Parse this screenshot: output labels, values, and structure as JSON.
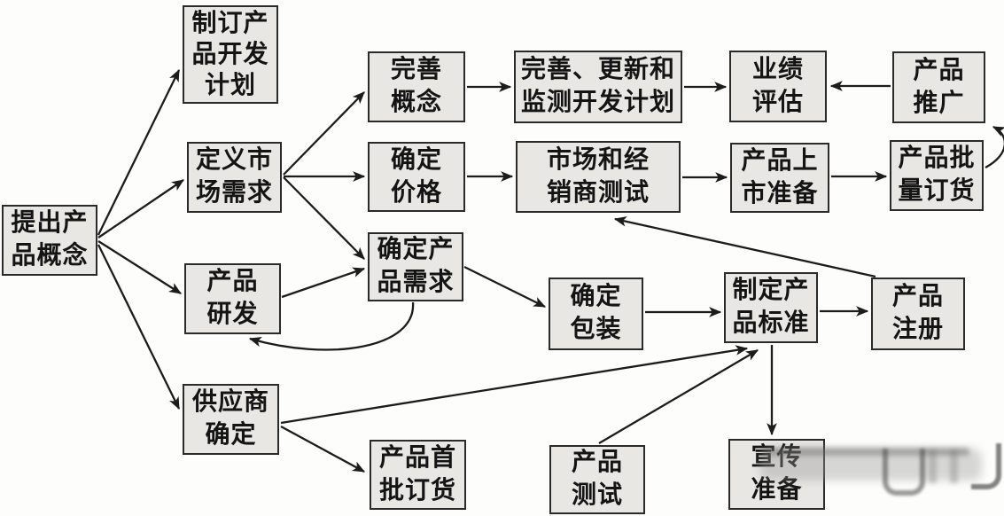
{
  "colors": {
    "background": "#fdfdfc",
    "box_fill": "#e8e7e4",
    "box_border": "#2a2a2a",
    "arrow": "#1c1c1c",
    "text": "#141414"
  },
  "diagram": {
    "type": "flowchart",
    "language": "zh-CN",
    "nodes": {
      "propose_concept": {
        "label": "提出产\n品概念"
      },
      "dev_plan": {
        "label": "制订产\n品开发\n计划"
      },
      "define_market": {
        "label": "定义市\n场需求"
      },
      "refine_concept": {
        "label": "完善\n概念"
      },
      "monitor_plan": {
        "label": "完善、更新和\n监测开发计划"
      },
      "set_price": {
        "label": "确定\n价格"
      },
      "market_test": {
        "label": "市场和经\n销商测试"
      },
      "performance_eval": {
        "label": "业绩\n评估"
      },
      "promotion": {
        "label": "产品\n推广"
      },
      "launch_prep": {
        "label": "产品上\n市准备"
      },
      "bulk_order": {
        "label": "产品批\n量订货"
      },
      "rd": {
        "label": "产品\n研发"
      },
      "product_req": {
        "label": "确定产\n品需求"
      },
      "packaging": {
        "label": "确定\n包装"
      },
      "standards": {
        "label": "制定产\n品标准"
      },
      "registration": {
        "label": "产品\n注册"
      },
      "supplier": {
        "label": "供应商\n确定"
      },
      "first_order": {
        "label": "产品首\n批订货"
      },
      "testing": {
        "label": "产品\n测试"
      },
      "publicity": {
        "label": "宣传\n准备"
      }
    },
    "edges": [
      {
        "from": "propose_concept",
        "to": "dev_plan"
      },
      {
        "from": "propose_concept",
        "to": "define_market"
      },
      {
        "from": "propose_concept",
        "to": "rd"
      },
      {
        "from": "propose_concept",
        "to": "supplier"
      },
      {
        "from": "define_market",
        "to": "refine_concept"
      },
      {
        "from": "define_market",
        "to": "set_price"
      },
      {
        "from": "define_market",
        "to": "product_req"
      },
      {
        "from": "refine_concept",
        "to": "monitor_plan"
      },
      {
        "from": "monitor_plan",
        "to": "performance_eval"
      },
      {
        "from": "promotion",
        "to": "performance_eval"
      },
      {
        "from": "set_price",
        "to": "market_test"
      },
      {
        "from": "market_test",
        "to": "launch_prep"
      },
      {
        "from": "launch_prep",
        "to": "bulk_order"
      },
      {
        "from": "bulk_order",
        "to": "promotion"
      },
      {
        "from": "rd",
        "to": "product_req"
      },
      {
        "from": "product_req",
        "to": "rd"
      },
      {
        "from": "product_req",
        "to": "packaging"
      },
      {
        "from": "packaging",
        "to": "standards"
      },
      {
        "from": "standards",
        "to": "registration"
      },
      {
        "from": "registration",
        "to": "market_test"
      },
      {
        "from": "supplier",
        "to": "standards"
      },
      {
        "from": "supplier",
        "to": "first_order"
      },
      {
        "from": "testing",
        "to": "standards"
      },
      {
        "from": "standards",
        "to": "publicity"
      }
    ]
  }
}
